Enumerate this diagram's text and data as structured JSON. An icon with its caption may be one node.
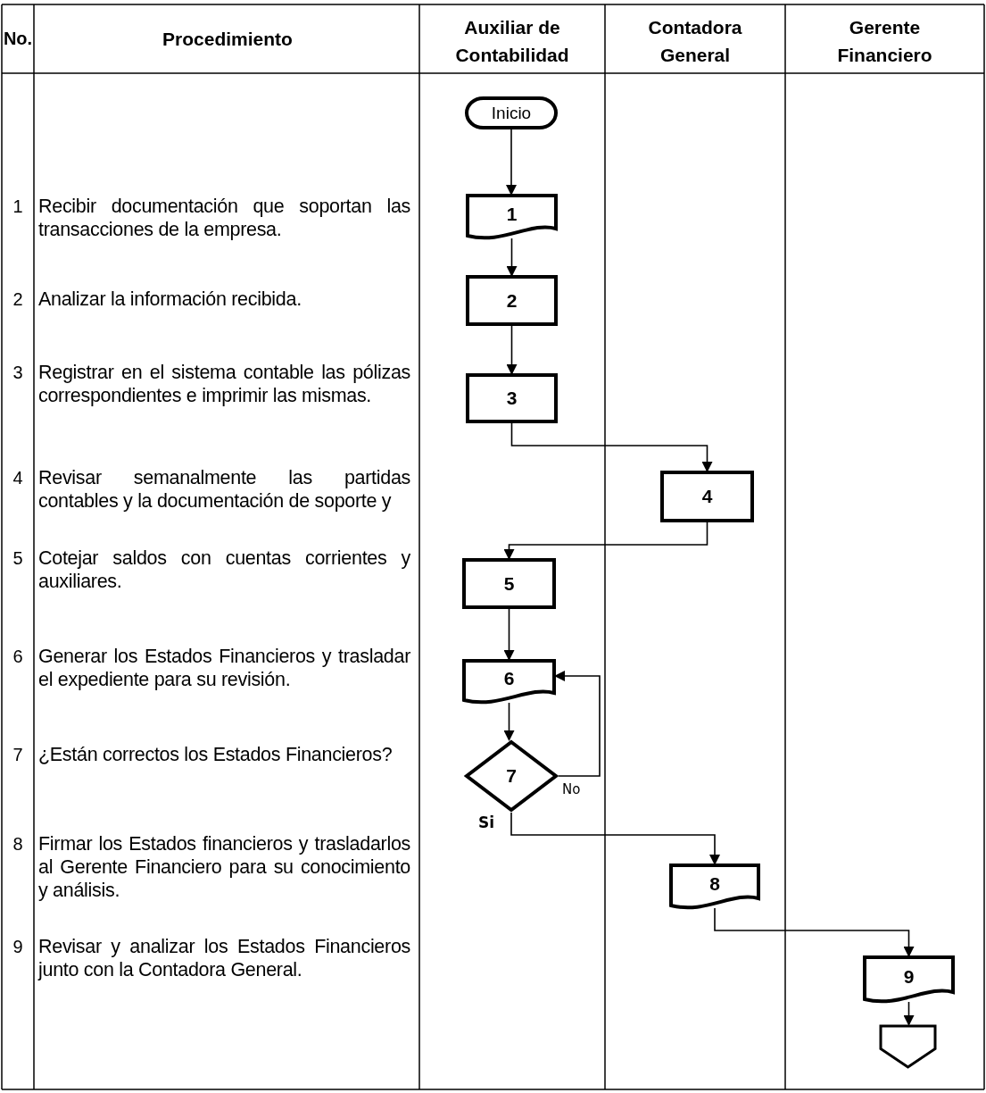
{
  "diagram": {
    "nodes": [
      {
        "text": [
          "Auxiliar de Contabilidad"
        ]
      },
      {
        "text": [
          "Contadora General"
        ]
      },
      {
        "text": [
          "Gerente Financiero"
        ]
      },
      {
        "text": [
          "Inicio"
        ],
        "in": 0
      },
      {
        "text": [
          "1"
        ],
        "in": 0
      },
      {
        "text": [
          "2"
        ],
        "in": 0
      },
      {
        "text": [
          "3"
        ],
        "in": 0
      },
      {
        "text": [
          "4"
        ],
        "in": 1
      },
      {
        "text": [
          "5"
        ],
        "in": 0
      },
      {
        "text": [
          "6"
        ],
        "in": 0
      },
      {
        "text": [
          "7"
        ],
        "in": 0
      },
      {
        "text": [
          "8"
        ],
        "in": 1
      },
      {
        "text": [
          "9"
        ],
        "in": 2
      },
      {
        "text": [],
        "shape": "pentagon",
        "in": 2
      }
    ],
    "edges": [
      {
        "from": 3,
        "to": 4,
        "arrow": "to"
      },
      {
        "from": 4,
        "to": 5,
        "arrow": "to"
      },
      {
        "from": 5,
        "to": 6,
        "arrow": "to"
      },
      {
        "from": 6,
        "to": 7,
        "arrow": "to"
      },
      {
        "from": 7,
        "to": 8,
        "arrow": "to"
      },
      {
        "from": 8,
        "to": 9,
        "arrow": "to"
      },
      {
        "from": 9,
        "to": 10,
        "arrow": "to"
      },
      {
        "from": 10,
        "to": 9,
        "arrow": "to",
        "label": "No"
      },
      {
        "from": 10,
        "to": 11,
        "arrow": "to",
        "label": "Si"
      },
      {
        "from": 11,
        "to": 12,
        "arrow": "to"
      },
      {
        "from": 12,
        "to": 13,
        "arrow": "to"
      }
    ],
    "labels": [
      "No.",
      "Procedimiento",
      "1",
      "Recibir documentación que soportan las transacciones de la empresa.",
      "2",
      "Analizar la información recibida.",
      "3",
      "Registrar en el sistema contable las pólizas correspondientes e imprimir las mismas.",
      "4",
      "Revisar semanalmente las partidas contables y la documentación de soporte y",
      "5",
      "Cotejar saldos con cuentas corrientes y auxiliares.",
      "6",
      "Generar los Estados Financieros y trasladar el expediente para su revisión.",
      "7",
      "¿Están correctos los Estados Financieros?",
      "8",
      "Firmar los Estados financieros y trasladarlos al Gerente Financiero para su conocimiento y análisis.",
      "9",
      "Revisar y analizar los Estados Financieros junto con la Contadora General."
    ]
  }
}
